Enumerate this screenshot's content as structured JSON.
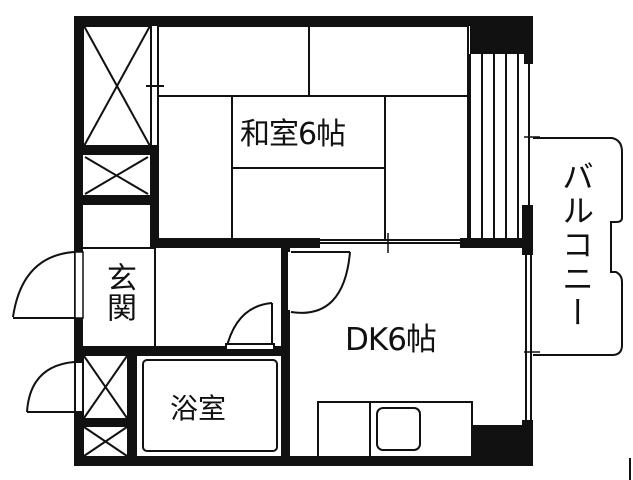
{
  "floor_plan": {
    "rooms": {
      "washitsu": {
        "label": "和室6帖",
        "type": "japanese-style-room",
        "size_jo": 6
      },
      "dk": {
        "label": "DK6帖",
        "type": "dining-kitchen",
        "size_jo": 6
      },
      "genkan": {
        "label": "玄関",
        "type": "entrance"
      },
      "bath": {
        "label": "浴室",
        "type": "bathroom"
      },
      "balcony": {
        "label": "バルコニー",
        "type": "balcony"
      }
    },
    "colors": {
      "wall": "#111111",
      "line": "#111111",
      "background": "#ffffff"
    }
  }
}
